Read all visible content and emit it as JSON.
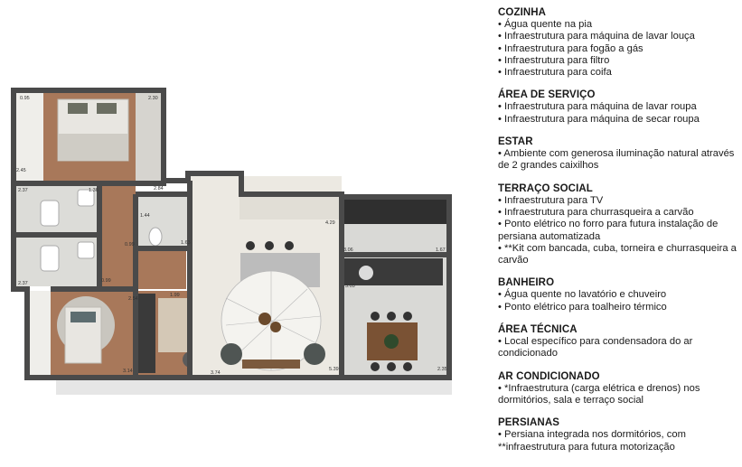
{
  "plan": {
    "dimensions": [
      "0.95",
      "2.30",
      "2.45",
      "2.37",
      "1.36",
      "1.44",
      "2.84",
      "4.29",
      "1.63",
      "3.06",
      "1.67",
      "0.99",
      "3.05",
      "2.37",
      "2.54",
      "0.99",
      "1.99",
      "3.14",
      "3.74",
      "5.39",
      "2.35"
    ],
    "colors": {
      "wall": "#4a4a4a",
      "floor_light": "#ece9e2",
      "wood": "#a8785a",
      "tile": "#dcdcd8",
      "bed": "#e8e6e1",
      "grass": "#2f4a2c"
    }
  },
  "specs": [
    {
      "title": "COZINHA",
      "items": [
        "Água quente na pia",
        "Infraestrutura para máquina de lavar louça",
        "Infraestrutura para fogão a gás",
        "Infraestrutura para filtro",
        "Infraestrutura para coifa"
      ]
    },
    {
      "title": "ÁREA DE SERVIÇO",
      "items": [
        "Infraestrutura para máquina de lavar roupa",
        "Infraestrutura para máquina de secar roupa"
      ]
    },
    {
      "title": "ESTAR",
      "items": [
        "Ambiente com generosa iluminação natural através de 2 grandes caixilhos"
      ]
    },
    {
      "title": "TERRAÇO SOCIAL",
      "items": [
        "Infraestrutura para TV",
        "Infraestrutura para churrasqueira a carvão",
        "Ponto elétrico no forro para futura instalação de persiana automatizada",
        "**Kit com bancada, cuba, torneira e churrasqueira a carvão"
      ]
    },
    {
      "title": "BANHEIRO",
      "items": [
        "Água quente no lavatório e chuveiro",
        "Ponto elétrico para toalheiro térmico"
      ]
    },
    {
      "title": "ÁREA TÉCNICA",
      "items": [
        "Local específico para condensadora do ar condicionado"
      ]
    },
    {
      "title": "AR CONDICIONADO",
      "items": [
        "*Infraestrutura (carga elétrica e drenos) nos dormitórios, sala e terraço social"
      ]
    },
    {
      "title": "PERSIANAS",
      "items": [
        "Persiana integrada nos dormitórios, com **infraestrutura para futura motorização"
      ]
    }
  ]
}
